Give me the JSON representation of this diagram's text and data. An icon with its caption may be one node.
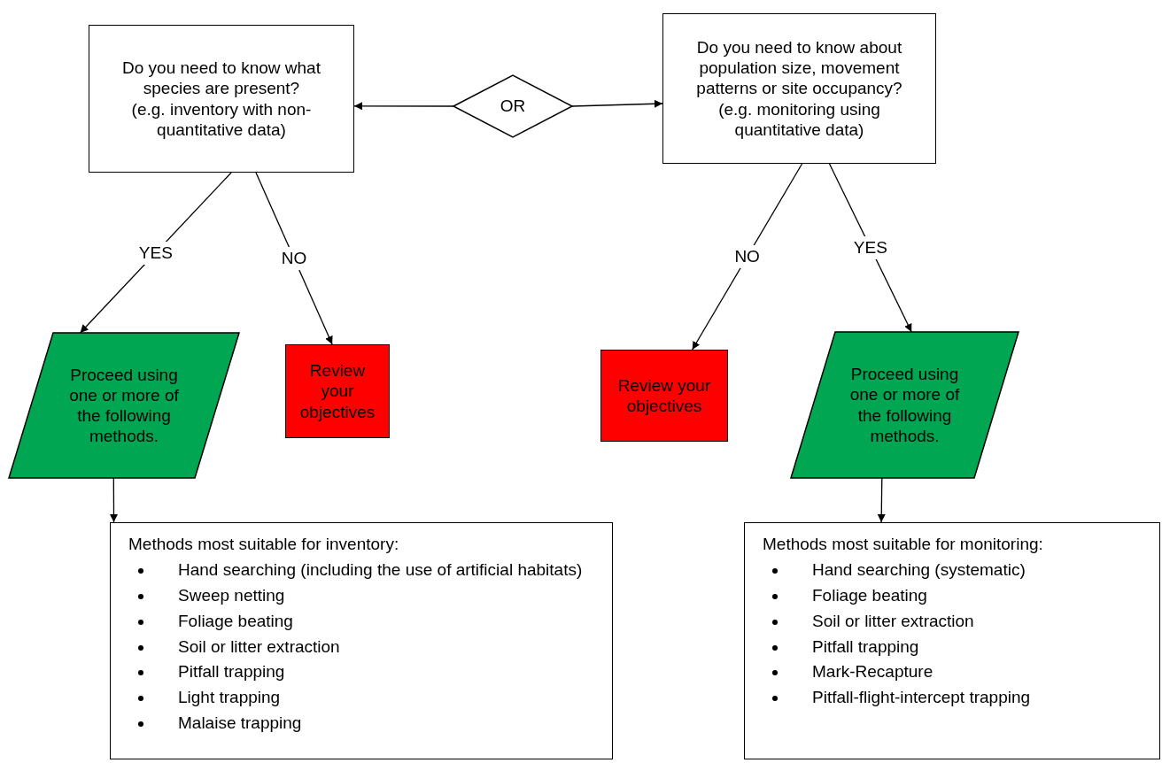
{
  "diagram": {
    "nodes": [
      {
        "text": [
          "Do you need to know what species are present?",
          "(e.g. inventory with non-quantitative data)"
        ]
      },
      {
        "text": [
          "OR"
        ]
      },
      {
        "text": [
          "Do you need to know about population size, movement patterns or site occupancy?",
          "(e.g. monitoring using quantitative data)"
        ]
      },
      {
        "text": [
          "Proceed using one or more of the following methods."
        ]
      },
      {
        "text": [
          "Review your objectives"
        ]
      },
      {
        "text": [
          "Review your objectives"
        ]
      },
      {
        "text": [
          "Proceed using one or more of the following methods."
        ]
      },
      {
        "text": [
          "Methods most suitable for inventory:",
          "Hand searching (including the use of artificial habitats)",
          "Sweep netting",
          "Foliage beating",
          "Soil or litter extraction",
          "Pitfall trapping",
          "Light trapping",
          "Malaise trapping"
        ]
      },
      {
        "text": [
          "Methods most suitable for monitoring:",
          "Hand searching (systematic)",
          "Foliage beating",
          "Soil or litter extraction",
          "Pitfall trapping",
          "Mark-Recapture",
          "Pitfall-flight-intercept trapping"
        ]
      }
    ],
    "edges": [
      {
        "from": 1,
        "to": 0,
        "arrow": "to"
      },
      {
        "from": 1,
        "to": 2,
        "arrow": "to"
      },
      {
        "from": 0,
        "to": 3,
        "arrow": "to",
        "label": "YES"
      },
      {
        "from": 0,
        "to": 4,
        "arrow": "to",
        "label": "NO"
      },
      {
        "from": 2,
        "to": 5,
        "arrow": "to",
        "label": "NO"
      },
      {
        "from": 2,
        "to": 6,
        "arrow": "to",
        "label": "YES"
      },
      {
        "from": 3,
        "to": 7,
        "arrow": "to"
      },
      {
        "from": 6,
        "to": 8,
        "arrow": "to"
      }
    ]
  }
}
